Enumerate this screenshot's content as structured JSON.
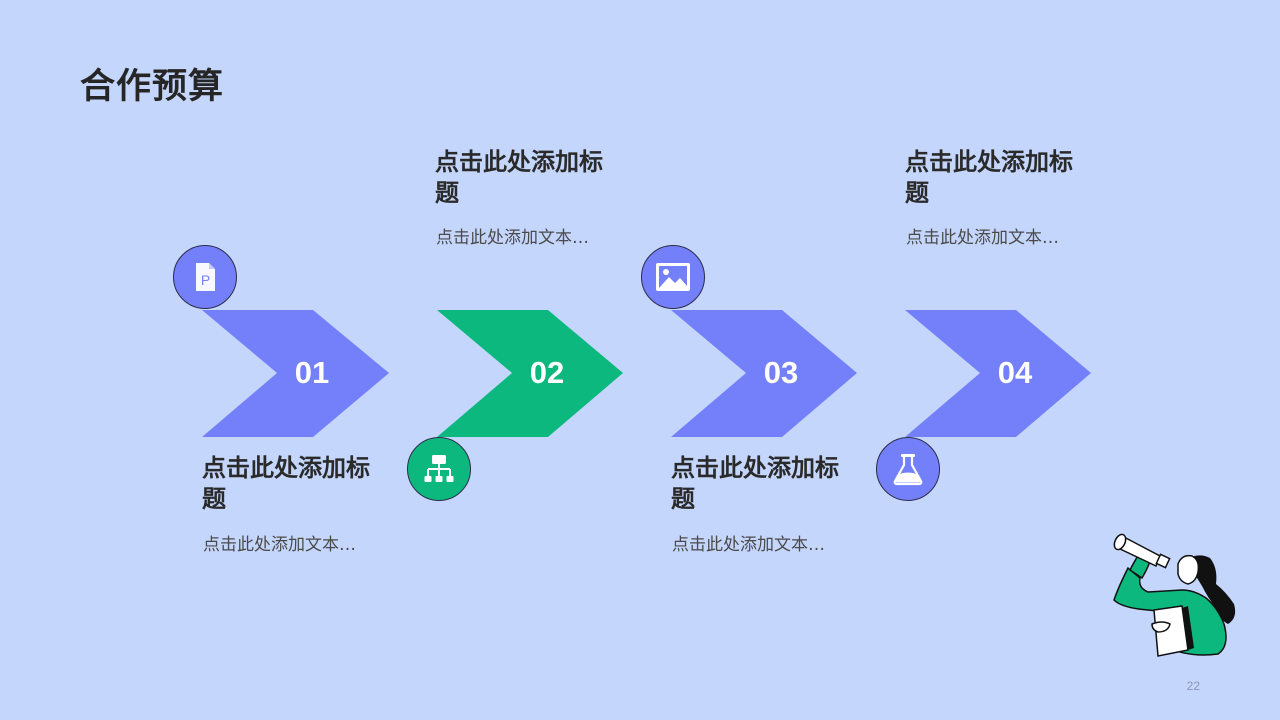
{
  "page": {
    "title": "合作预算",
    "page_number": "22"
  },
  "colors": {
    "background": "#c5d6fd",
    "arrow_blue": "#7380fa",
    "arrow_green": "#0db87e",
    "title_text": "#262626"
  },
  "steps": [
    {
      "number": "01",
      "color": "#7380fa",
      "icon": "powerpoint-file-icon",
      "heading": "点击此处添加标题",
      "text": "点击此处添加文本…"
    },
    {
      "number": "02",
      "color": "#0db87e",
      "icon": "org-chart-icon",
      "heading": "点击此处添加标题",
      "text": "点击此处添加文本…"
    },
    {
      "number": "03",
      "color": "#7380fa",
      "icon": "image-icon",
      "heading": "点击此处添加标题",
      "text": "点击此处添加文本…"
    },
    {
      "number": "04",
      "color": "#7380fa",
      "icon": "flask-icon",
      "heading": "点击此处添加标题",
      "text": "点击此处添加文本…"
    }
  ],
  "illustration": {
    "icon": "person-with-telescope-illustration"
  }
}
